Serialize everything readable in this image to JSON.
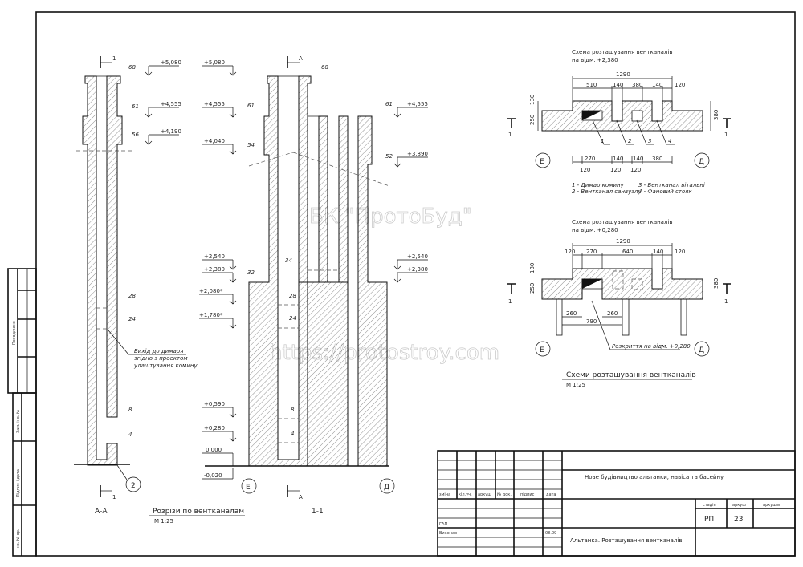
{
  "drawing": {
    "watermark_company": "БК \"ПротоБуд\"",
    "watermark_url": "https://protostroy.com",
    "sections": {
      "title": "Розрізи по вентканалам",
      "scale": "М 1:25",
      "aa_label": "А-А",
      "s11_label": "1-1",
      "section_mark_1": "1",
      "section_mark_a": "А",
      "axis_2": "2",
      "axis_e": "Е",
      "axis_d": "Д",
      "note_smoke": [
        "Вихід до димаря",
        "згідно з проектом",
        "улаштування комину"
      ],
      "rows_aa": [
        "68",
        "61",
        "56",
        "28",
        "24",
        "8",
        "4"
      ],
      "rows_11": [
        "68",
        "61",
        "54",
        "34",
        "32",
        "28",
        "24",
        "8",
        "4",
        "61",
        "52"
      ],
      "elev_aa": [
        "+5,080",
        "+4,555",
        "+4,190"
      ],
      "elev_11_left": [
        "+5,080",
        "+4,555",
        "+4,040",
        "+2,540",
        "+2,380",
        "+2,080*",
        "+1,780*",
        "+0,590",
        "+0,280",
        "0,000",
        "-0,020"
      ],
      "elev_11_right": [
        "+4,555",
        "+3,890",
        "+2,540",
        "+2,380"
      ]
    },
    "plans": {
      "title": "Схеми розташування вентканалів",
      "scale": "М 1:25",
      "plan1_title": [
        "Схема розташування вентканалів",
        "на відм. +2,380"
      ],
      "plan1_dims_top": [
        "1290",
        "510",
        "140",
        "380",
        "140",
        "120"
      ],
      "plan1_dims_bottom": [
        "270",
        "140",
        "140",
        "380",
        "120",
        "120",
        "120"
      ],
      "plan1_dims_side": [
        "130",
        "250",
        "380"
      ],
      "plan1_callouts": [
        "1",
        "2",
        "3",
        "4"
      ],
      "legend": [
        "1 - Димар комину",
        "2 - Вентканал санвузлу",
        "3 - Вентканал вітальні",
        "4 - Фановий стояк"
      ],
      "plan2_title": [
        "Схема розташування вентканалів",
        "на відм. +0,280"
      ],
      "plan2_dims_top": [
        "1290",
        "120",
        "270",
        "640",
        "140",
        "120"
      ],
      "plan2_dims_bottom": [
        "260",
        "260",
        "790"
      ],
      "plan2_dims_side": [
        "130",
        "250",
        "380"
      ],
      "plan2_note": "Розкриття на відм. +0,280",
      "section_mark": "1"
    }
  },
  "side_stamp": [
    "Погоджено",
    "Зам. інв. №",
    "Підпис і дата",
    "Інв. № ор."
  ],
  "title_block": {
    "headers": [
      "зміна",
      "кіл.уч.",
      "аркуш",
      "№ док.",
      "підпис",
      "дата"
    ],
    "project": "Нове будівництво альтанки, навіса та басейну",
    "sheet_title": "Альтанка. Розташування вентканалів",
    "roles": [
      "ГАП",
      "Виконав"
    ],
    "date": "08.09",
    "stage_label": "стадія",
    "sheet_label": "аркуш",
    "sheets_label": "аркушів",
    "stage": "РП",
    "sheet": "23"
  }
}
